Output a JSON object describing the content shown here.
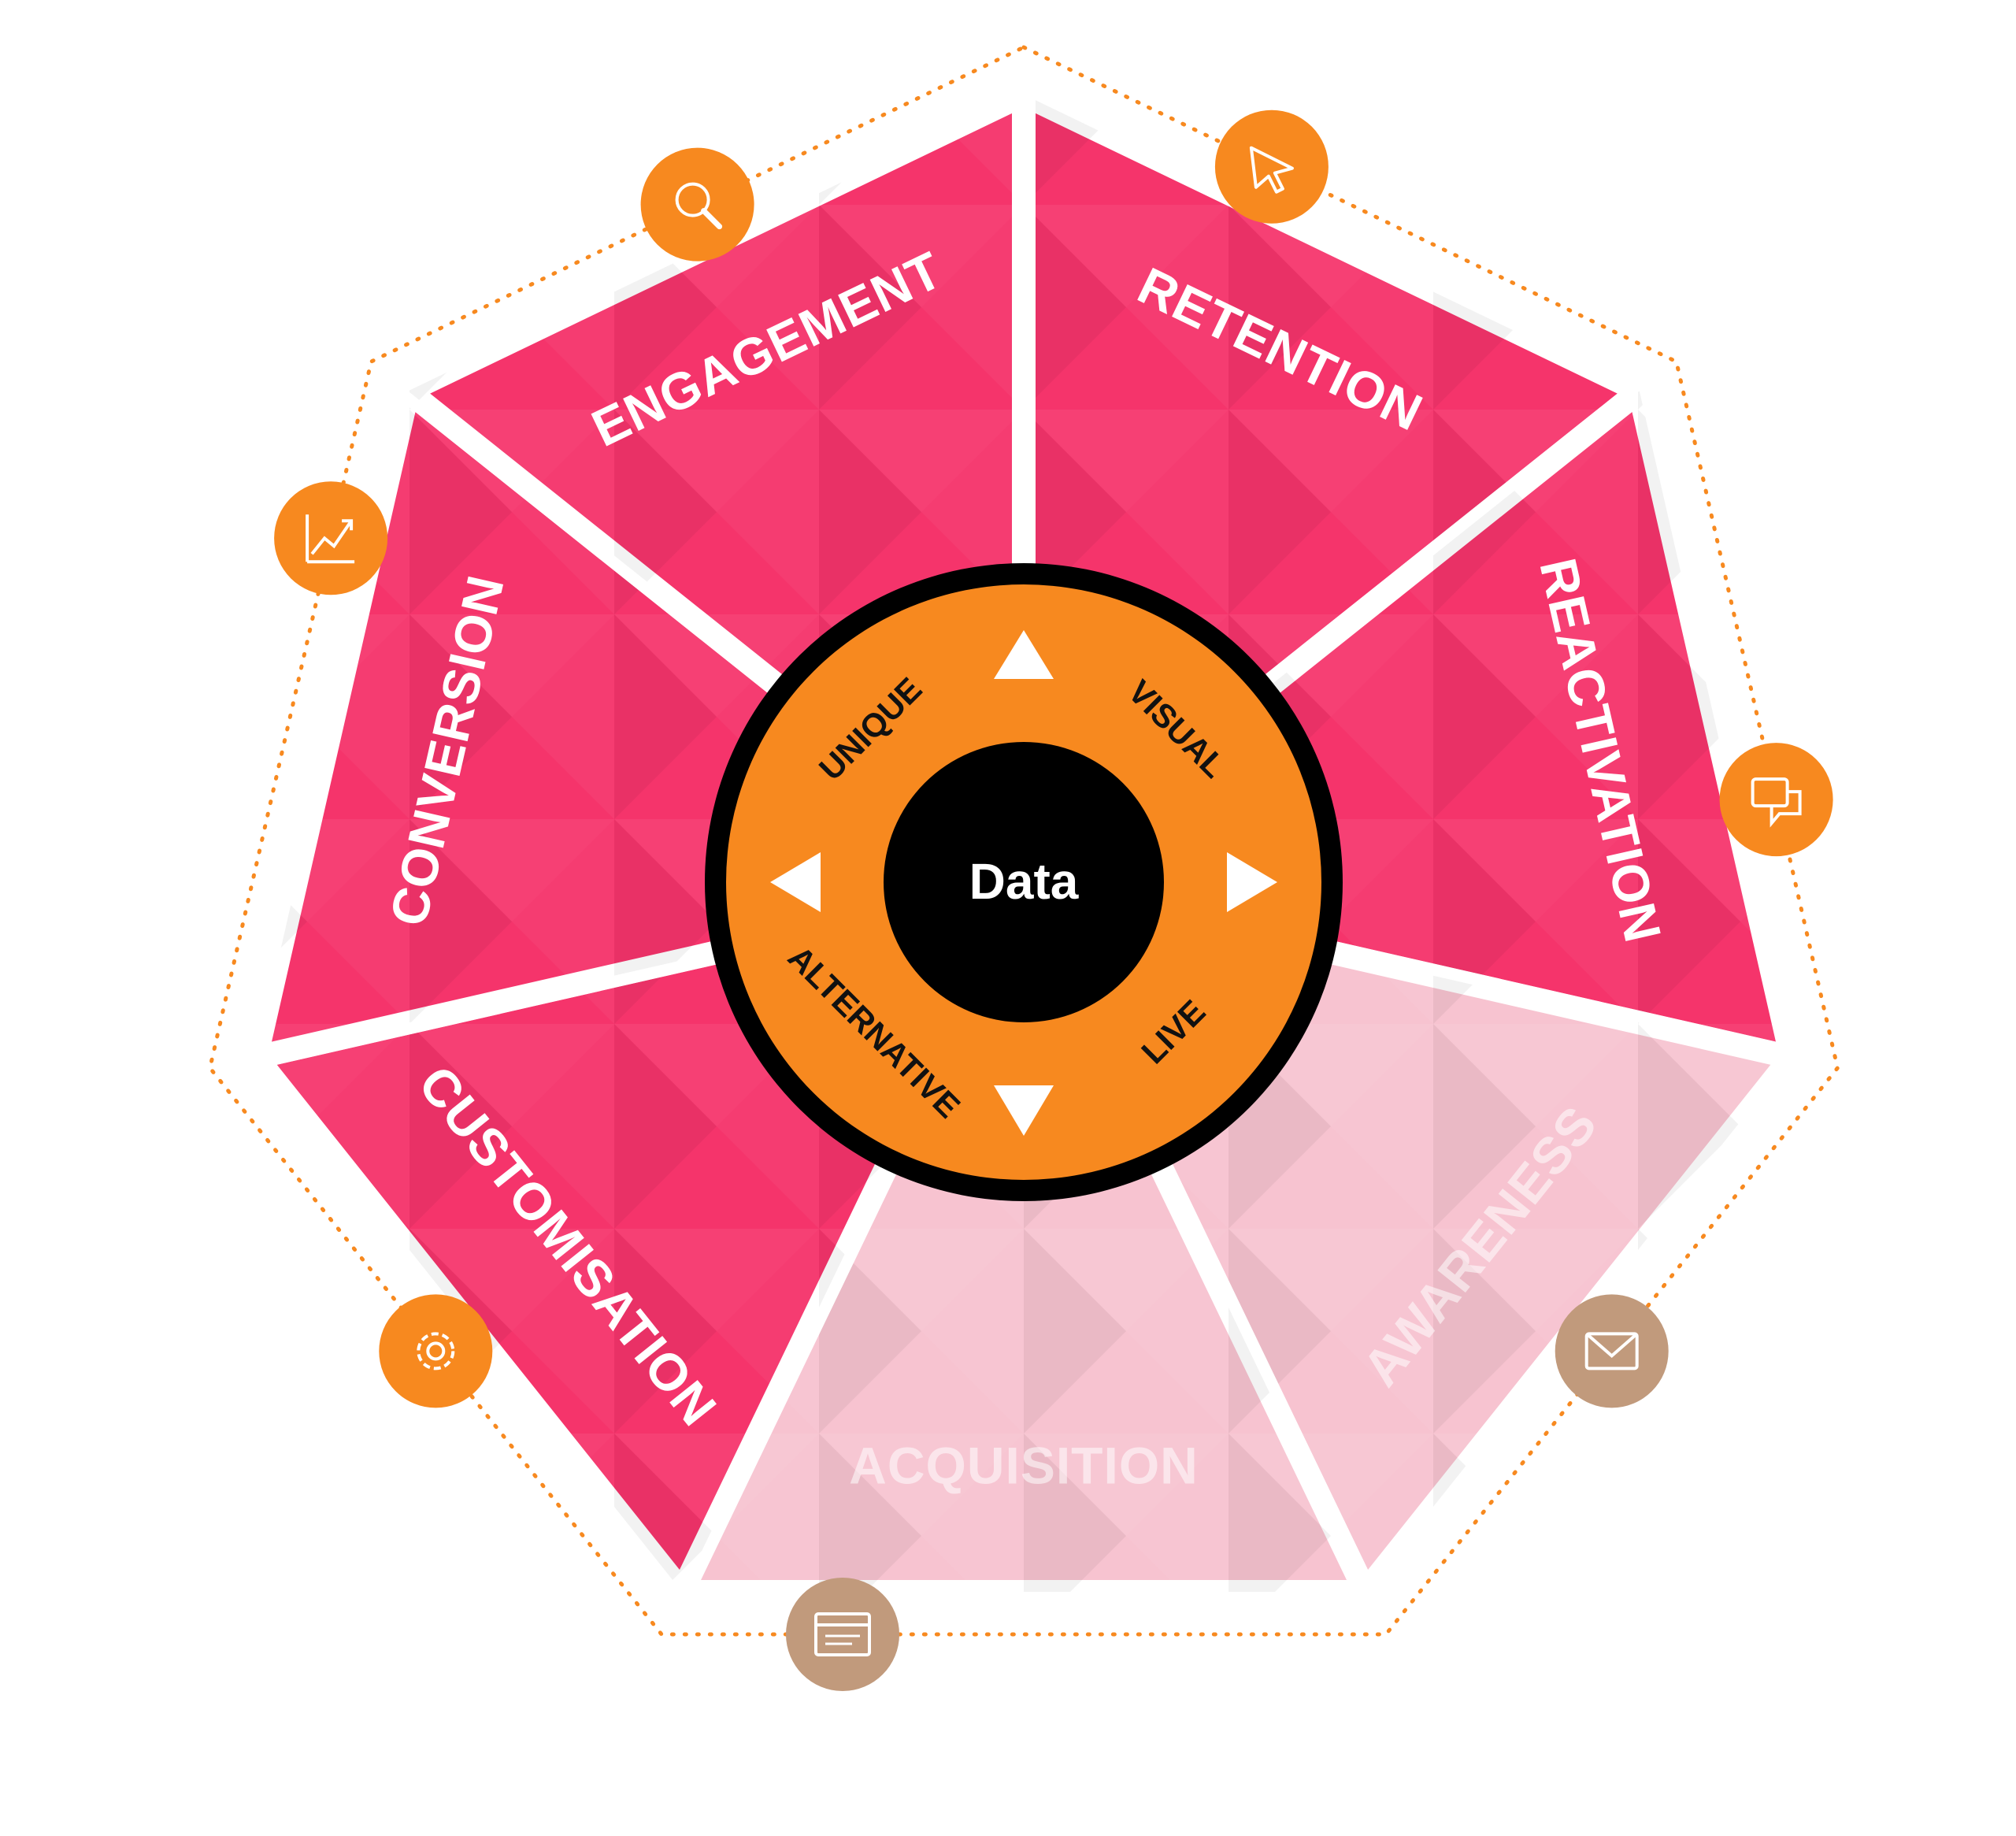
{
  "center": {
    "label": "Data"
  },
  "ring": {
    "labels": [
      "UNIQUE",
      "VISUAL",
      "LIVE",
      "ALTERNATIVE"
    ]
  },
  "segments": [
    {
      "label": "RETENTION",
      "faded": false,
      "icon": "cursor-icon"
    },
    {
      "label": "REACTIVATION",
      "faded": false,
      "icon": "chat-icon"
    },
    {
      "label": "AWARENESS",
      "faded": true,
      "icon": "envelope-icon"
    },
    {
      "label": "ACQUISITION",
      "faded": true,
      "icon": "browser-window-icon"
    },
    {
      "label": "CUSTOMISATION",
      "faded": false,
      "icon": "gear-icon"
    },
    {
      "label": "CONVERSION",
      "faded": false,
      "icon": "growth-chart-icon"
    },
    {
      "label": "ENGAGEMENT",
      "faded": false,
      "icon": "magnifier-icon"
    }
  ],
  "colors": {
    "segment": "#f5346b",
    "segment_faded": "#f7c3d0",
    "ring": "#f7891f",
    "ring_border": "#000000",
    "core": "#000000",
    "icon_circle": "#f7891f",
    "icon_circle_faded": "#c19a7c",
    "dotted_outline": "#f7891f"
  }
}
